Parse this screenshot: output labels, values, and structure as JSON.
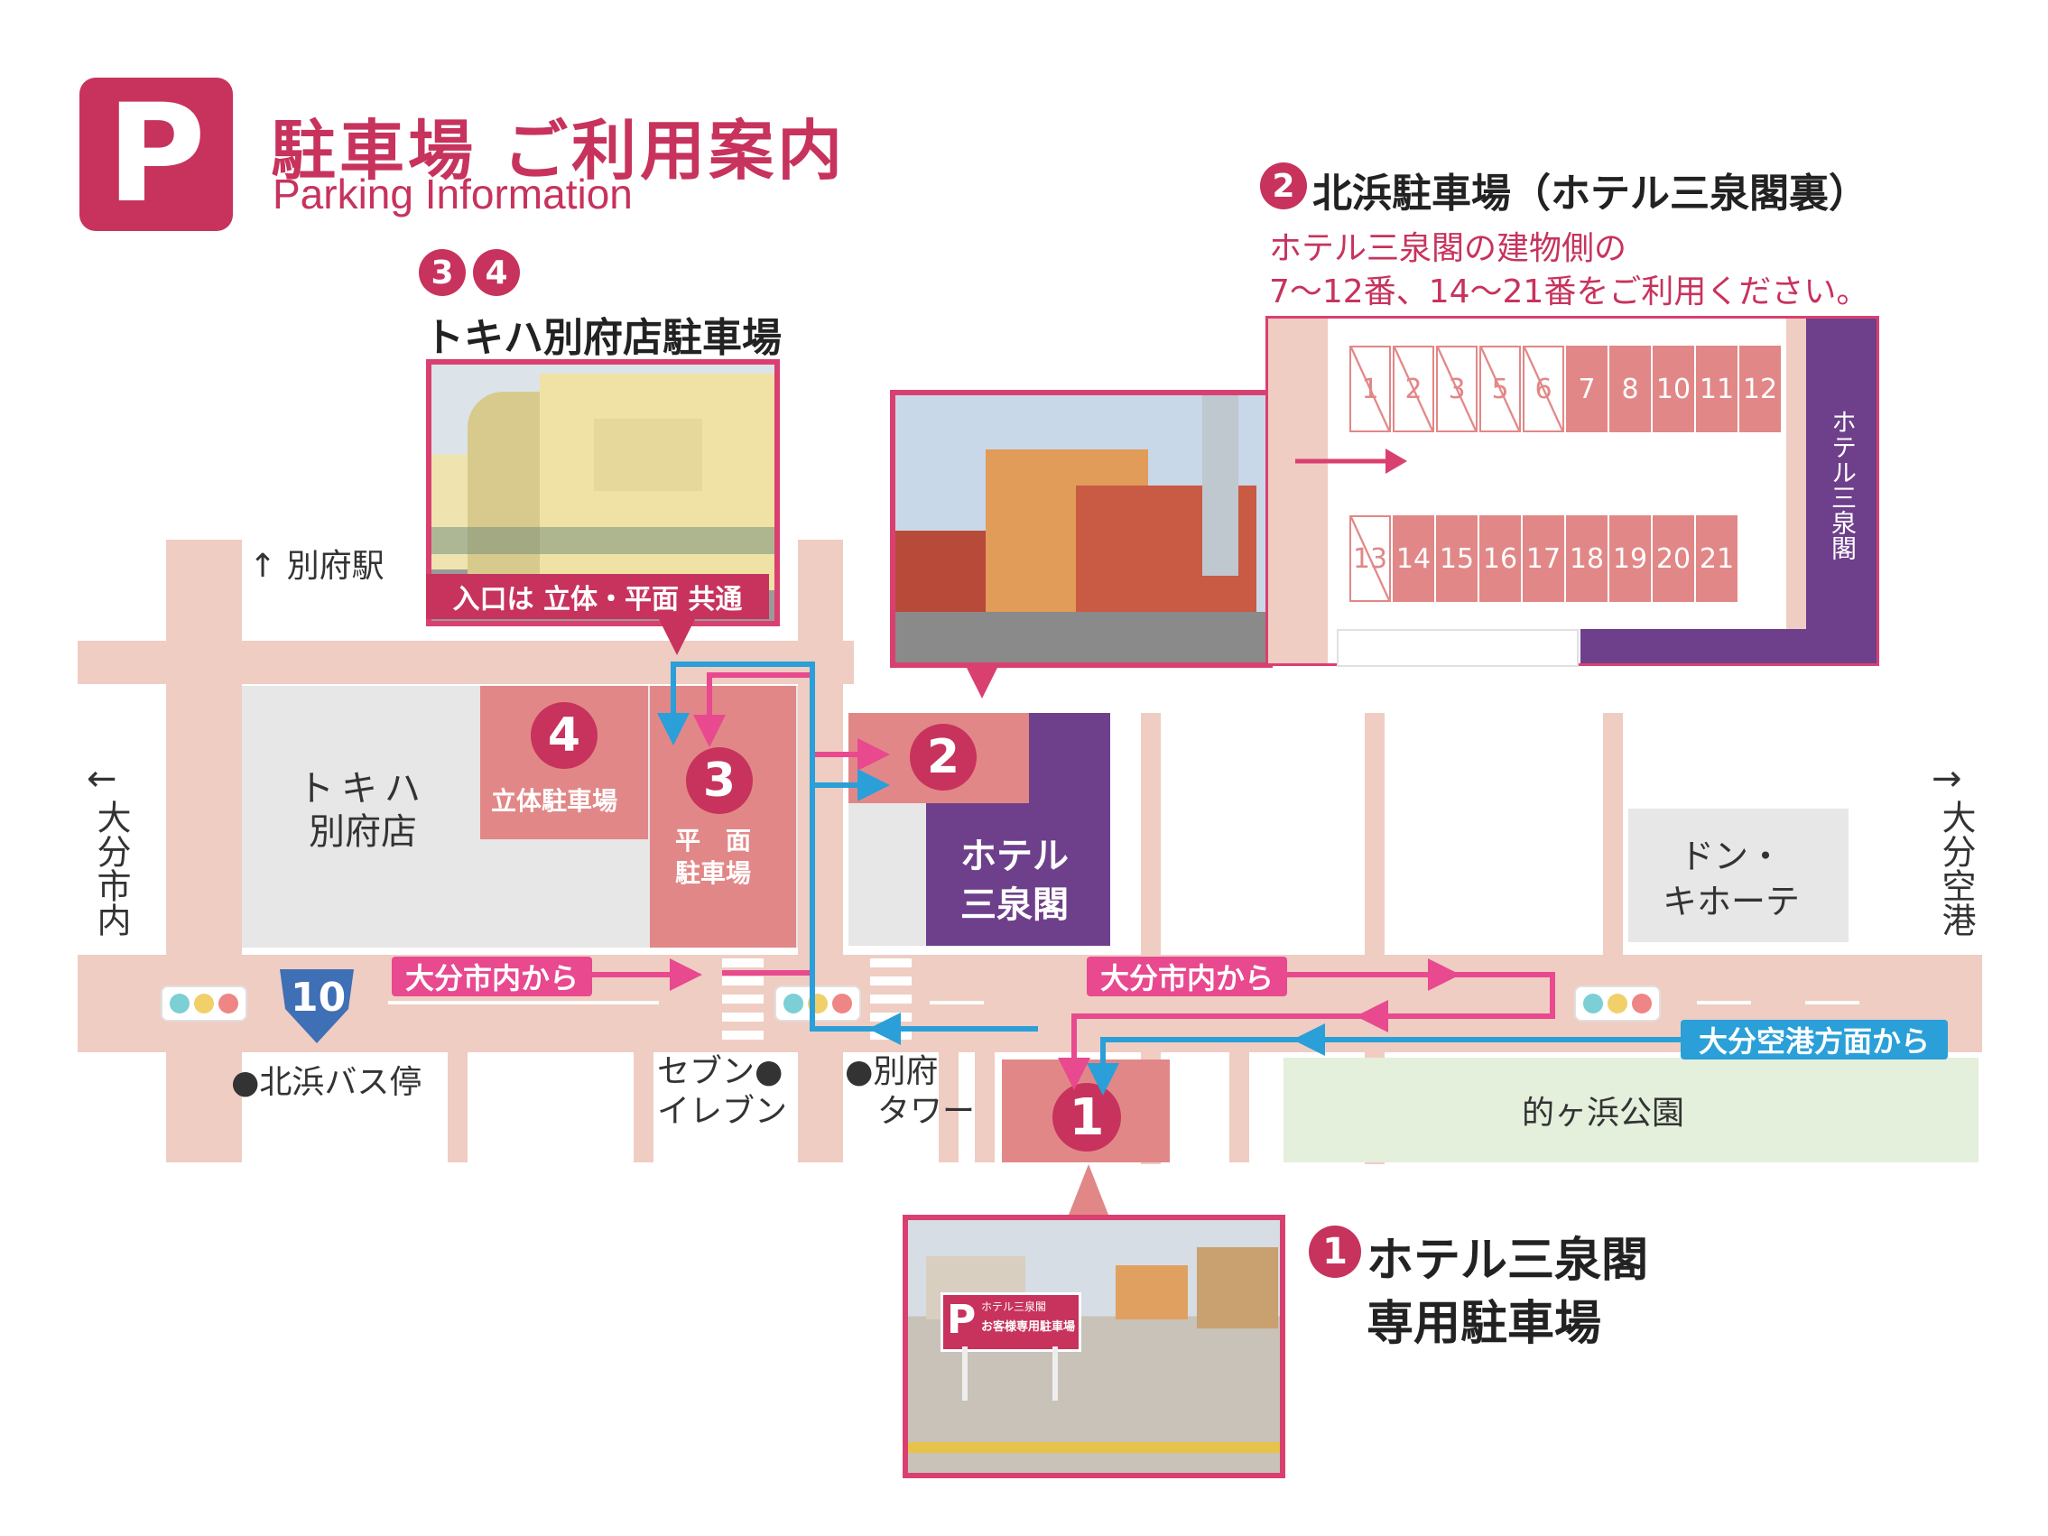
{
  "header": {
    "logo_letter": "P",
    "title_ja": "駐車場 ご利用案内",
    "title_en": "Parking Information"
  },
  "lot34": {
    "badges": [
      "3",
      "4"
    ],
    "title": "トキハ別府店駐車場",
    "caption": "入口は 立体・平面 共通"
  },
  "lot2": {
    "badge": "2",
    "title": "北浜駐車場（ホテル三泉閣裏）",
    "note_line1": "ホテル三泉閣の建物側の",
    "note_line2": "7〜12番、14〜21番をご利用ください。",
    "side_label": "ホテル三泉閣",
    "slots_top": [
      {
        "label": "1",
        "usable": false
      },
      {
        "label": "2",
        "usable": false
      },
      {
        "label": "3",
        "usable": false
      },
      {
        "label": "5",
        "usable": false
      },
      {
        "label": "6",
        "usable": false
      },
      {
        "label": "7",
        "usable": true
      },
      {
        "label": "8",
        "usable": true
      },
      {
        "label": "10",
        "usable": true
      },
      {
        "label": "11",
        "usable": true
      },
      {
        "label": "12",
        "usable": true
      }
    ],
    "slots_bottom": [
      {
        "label": "13",
        "usable": false
      },
      {
        "label": "14",
        "usable": true
      },
      {
        "label": "15",
        "usable": true
      },
      {
        "label": "16",
        "usable": true
      },
      {
        "label": "17",
        "usable": true
      },
      {
        "label": "18",
        "usable": true
      },
      {
        "label": "19",
        "usable": true
      },
      {
        "label": "20",
        "usable": true
      },
      {
        "label": "21",
        "usable": true
      }
    ]
  },
  "lot1": {
    "badge": "1",
    "title_line1": "ホテル三泉閣",
    "title_line2": "専用駐車場",
    "sign_text_top": "ホテル三泉閣",
    "sign_text_main": "お客様専用駐車場",
    "sign_letter": "P"
  },
  "map": {
    "beppu_station": "↑ 別府駅",
    "tokiwa_line1": "トキハ",
    "tokiwa_line2": "別府店",
    "lot4_number": "4",
    "lot4_label": "立体駐車場",
    "lot3_number": "3",
    "lot3_label_line1": "平　面",
    "lot3_label_line2": "駐車場",
    "lot2_number": "2",
    "hotel_line1": "ホテル",
    "hotel_line2": "三泉閣",
    "lot1_number": "1",
    "left_arrow": "←",
    "left_dest": "大分市内",
    "right_arrow": "→",
    "right_dest": "大分空港",
    "donki_line1": "ドン・",
    "donki_line2": "キホーテ",
    "route10": "10",
    "from_oita_1": "大分市内から",
    "from_oita_2": "大分市内から",
    "from_airport": "大分空港方面から",
    "bus_stop": "●北浜バス停",
    "seven_line1": "セブン●",
    "seven_line2": "イレブン",
    "tower_line1": "●別府",
    "tower_line2": "タワー",
    "park": "的ヶ浜公園"
  },
  "colors": {
    "brand": "#c7335d",
    "lot_pink": "#e28787",
    "road": "#efcdc3",
    "purple": "#6e3f8a",
    "arrow_pink": "#e8498f",
    "arrow_blue": "#2a9fd8",
    "park": "#e4efdc",
    "building_gray": "#e7e7e7"
  }
}
